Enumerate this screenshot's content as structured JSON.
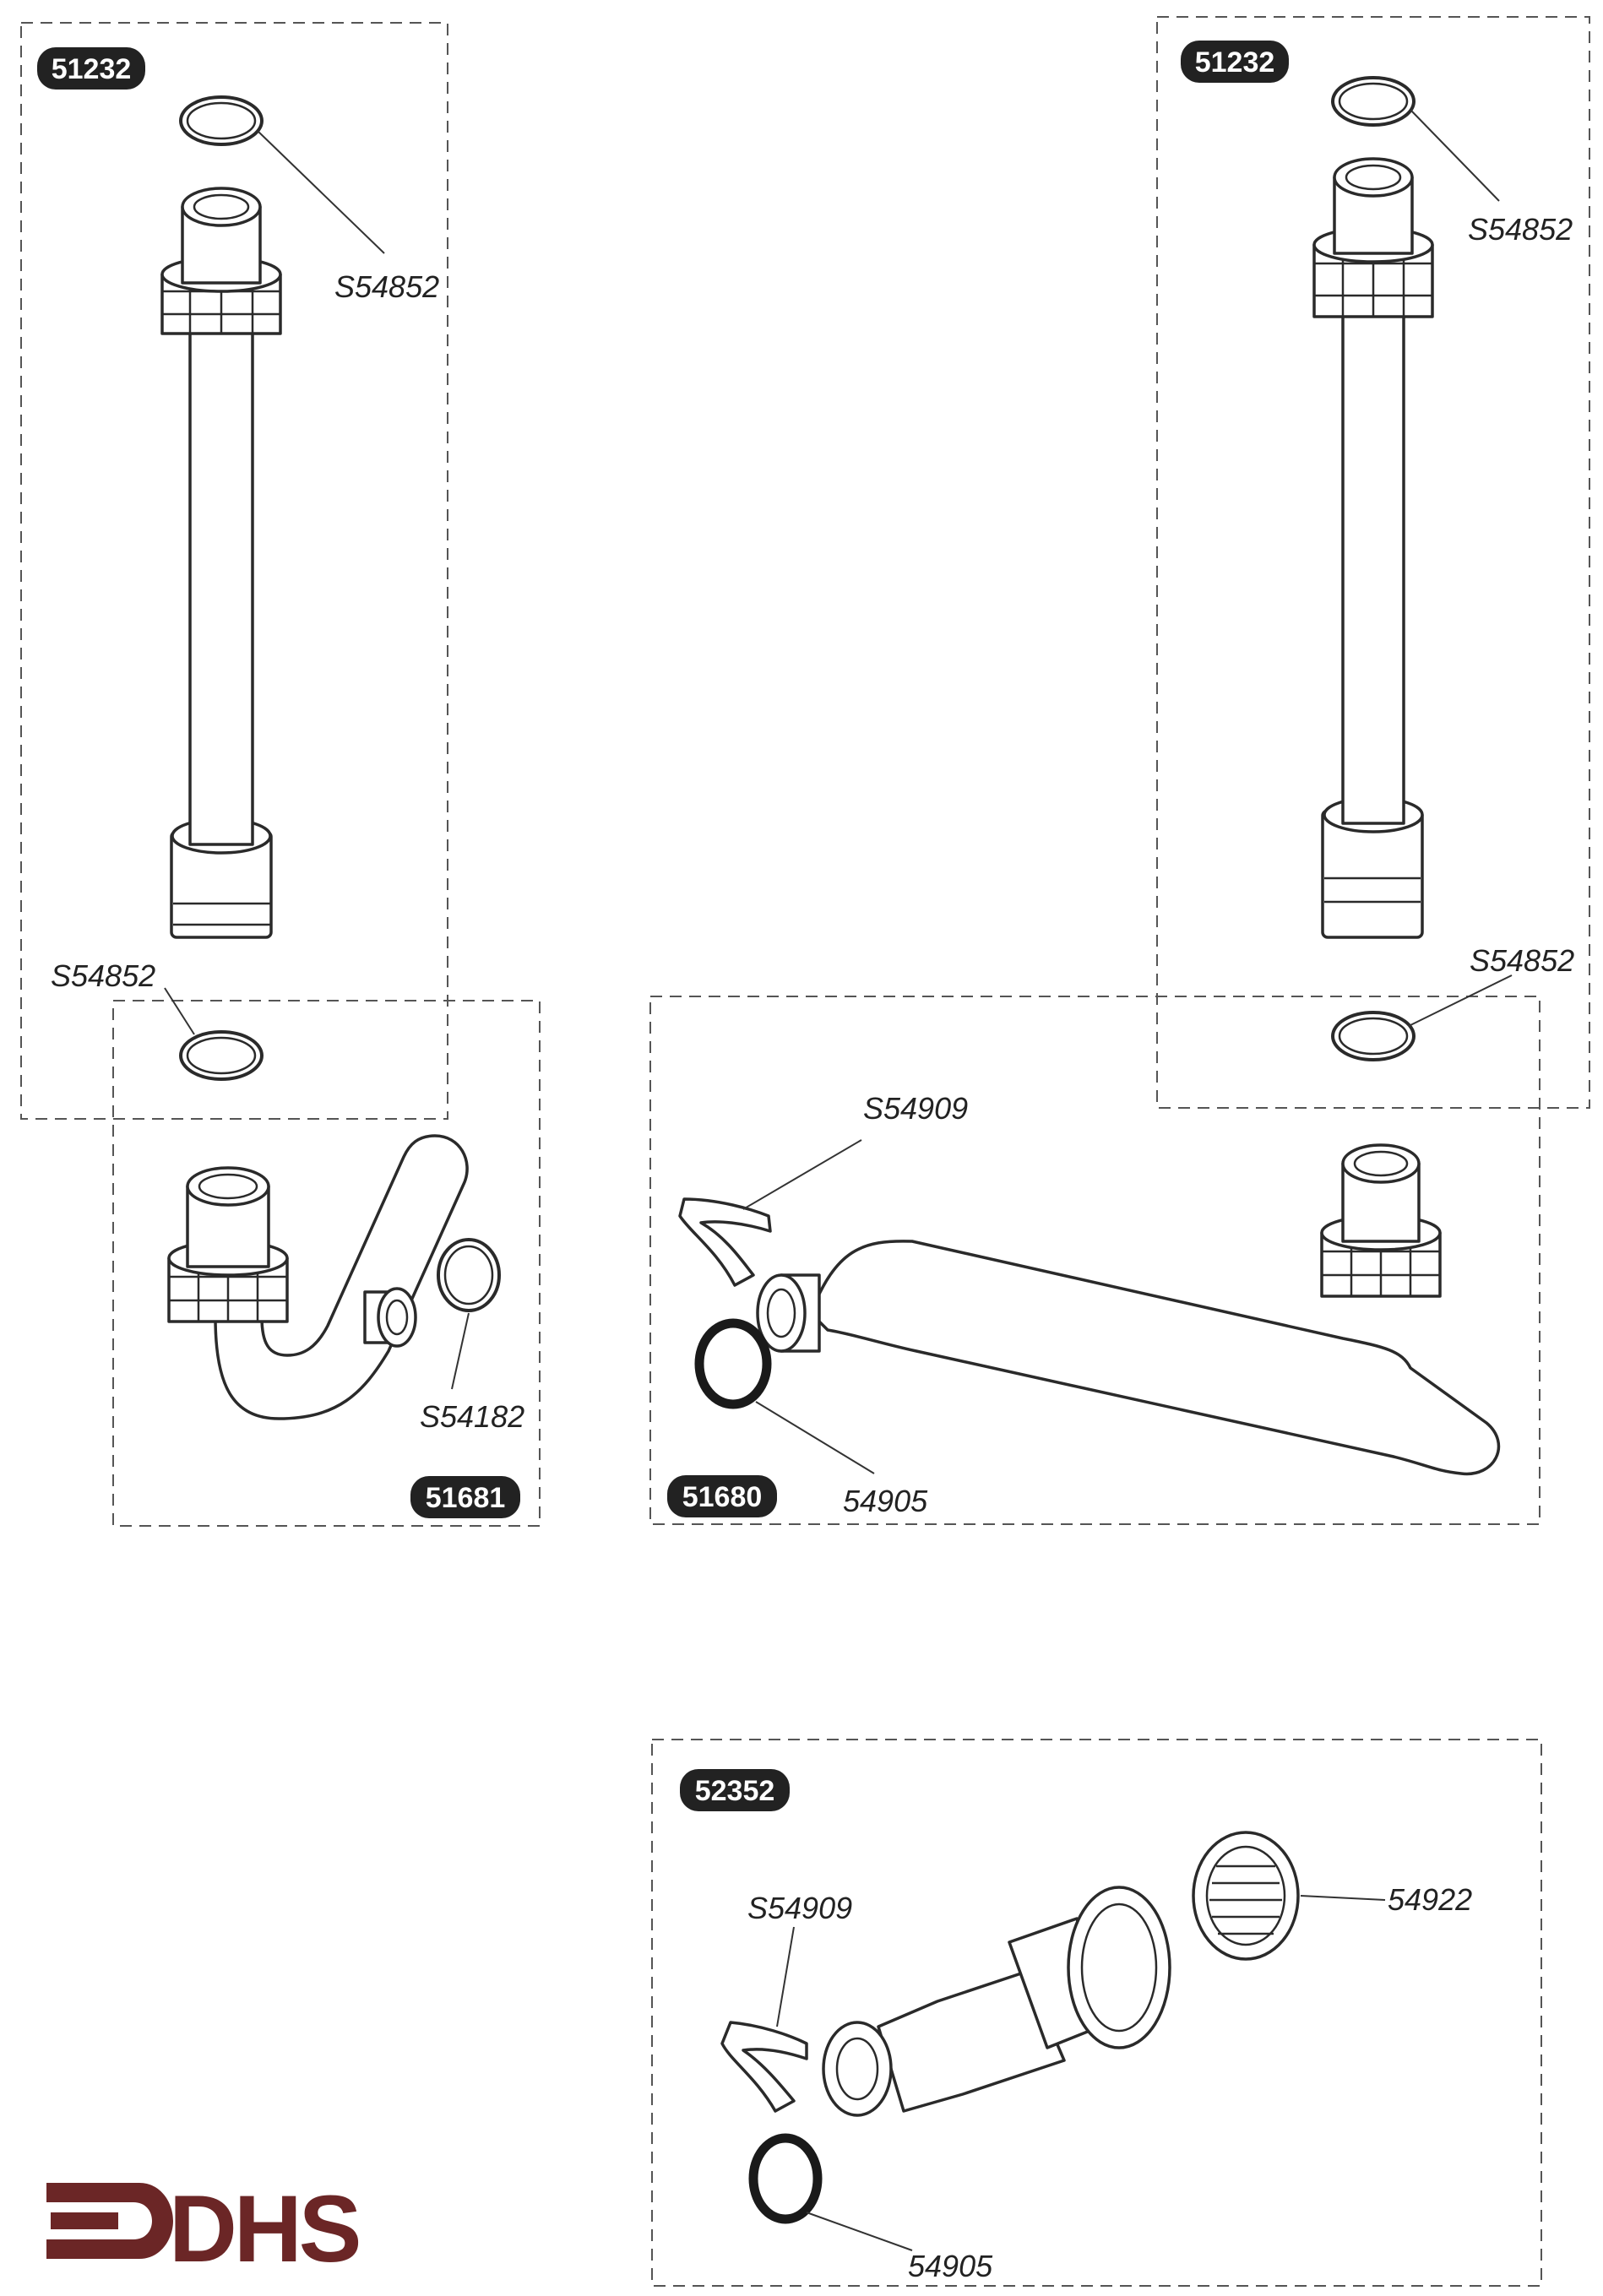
{
  "badges": {
    "b1": "51232",
    "b2": "51232",
    "b3": "51681",
    "b4": "51680",
    "b5": "52352"
  },
  "callouts": {
    "c1": "S54852",
    "c2": "S54852",
    "c3": "S54852",
    "c4": "S54852",
    "c5": "S54182",
    "c6": "S54909",
    "c7": "54905",
    "c8": "S54909",
    "c9": "54922",
    "c10": "54905"
  },
  "logo": {
    "text": "DHS",
    "color": "#6b2626"
  },
  "colors": {
    "badge": "#222222",
    "line": "#2a2a2a"
  }
}
